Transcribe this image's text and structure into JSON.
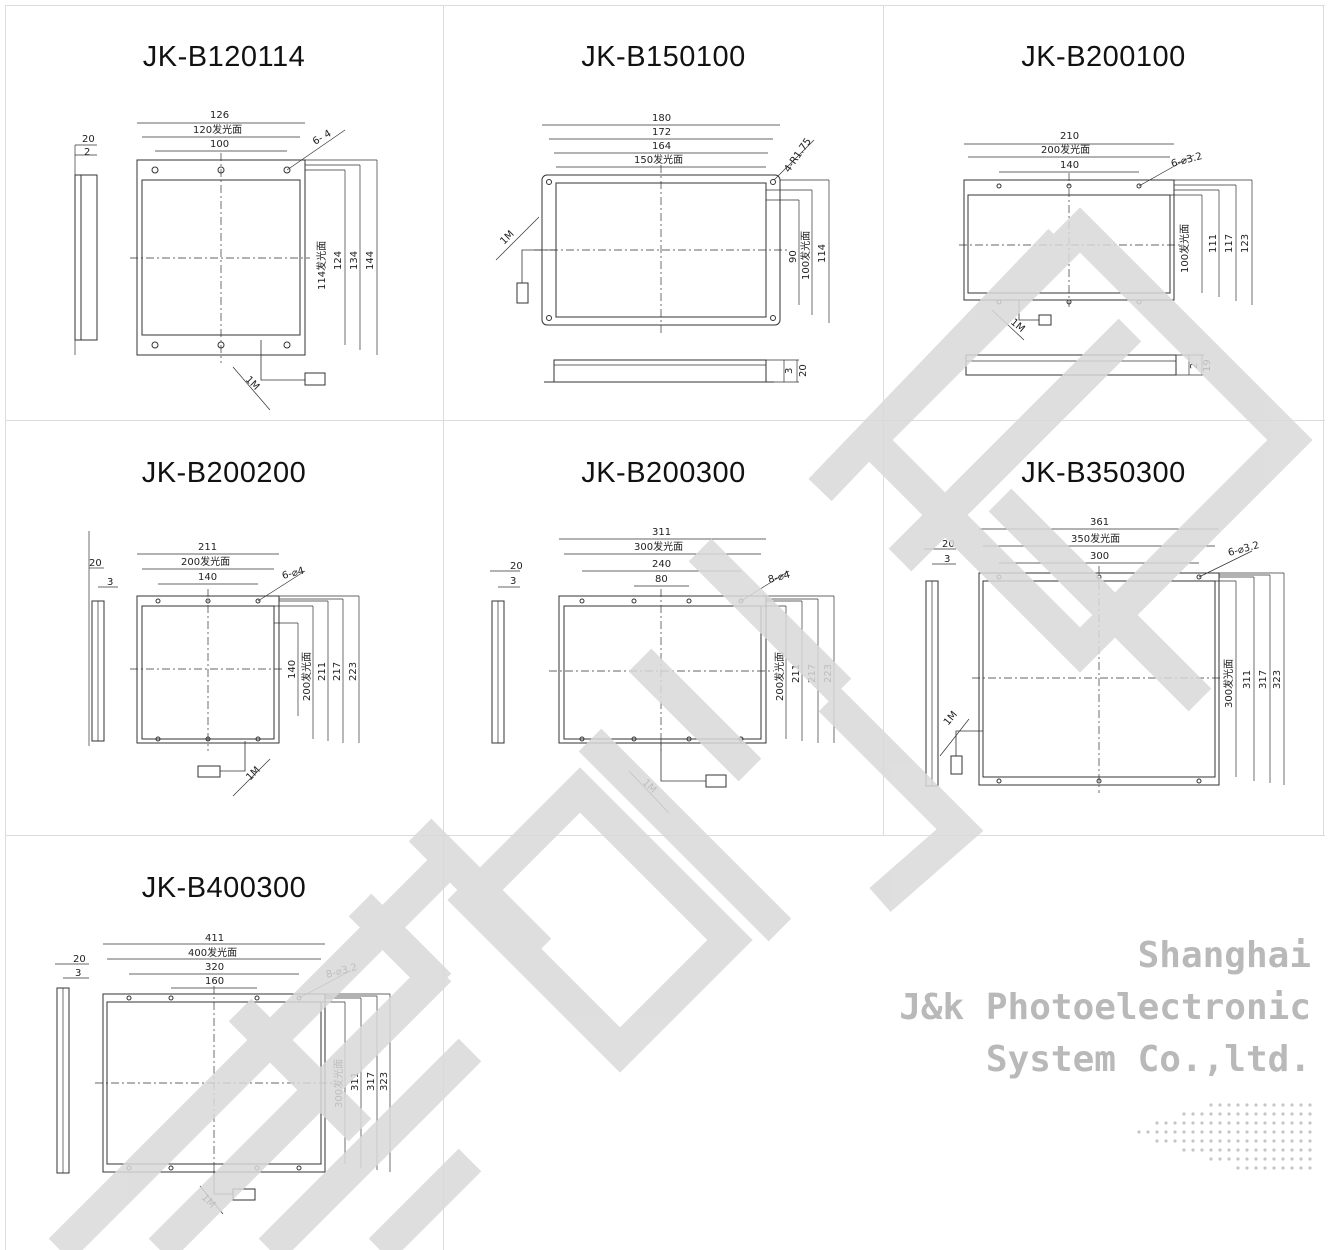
{
  "models": [
    {
      "id": "b120114",
      "title": "JK-B120114",
      "dims": {
        "overall_width": "126",
        "emitting_width": "120发光面",
        "hole_span": "100",
        "holes": "6- 4",
        "emitting_height": "114发光面",
        "h1": "124",
        "h2": "134",
        "h3": "144",
        "side_thickness": "20",
        "side_step": "2",
        "cable": "1M"
      }
    },
    {
      "id": "b150100",
      "title": "JK-B150100",
      "dims": {
        "overall_width": "180",
        "w2": "172",
        "w3": "164",
        "emitting_width": "150发光面",
        "holes": "4-R1.75",
        "h0": "90",
        "emitting_height": "100发光面",
        "h1": "114",
        "side_step": "3",
        "side_thickness": "20",
        "cable": "1M"
      }
    },
    {
      "id": "b200100",
      "title": "JK-B200100",
      "dims": {
        "overall_width": "210",
        "emitting_width": "200发光面",
        "hole_span": "140",
        "holes": "6-⌀3.2",
        "emitting_height": "100发光面",
        "h1": "111",
        "h2": "117",
        "h3": "123",
        "side_step": "2",
        "side_thickness": "19",
        "cable": "1M"
      }
    },
    {
      "id": "b200200",
      "title": "JK-B200200",
      "dims": {
        "overall_width": "211",
        "emitting_width": "200发光面",
        "hole_span": "140",
        "holes": "6-⌀4",
        "h0": "140",
        "emitting_height": "200发光面",
        "h1": "211",
        "h2": "217",
        "h3": "223",
        "side_thickness": "20",
        "side_step": "3",
        "cable": "1M"
      }
    },
    {
      "id": "b200300",
      "title": "JK-B200300",
      "dims": {
        "overall_width": "311",
        "emitting_width": "300发光面",
        "hole_span": "240",
        "hole_span2": "80",
        "holes": "8-⌀4",
        "emitting_height": "200发光面",
        "h1": "211",
        "h2": "217",
        "h3": "223",
        "side_thickness": "20",
        "side_step": "3",
        "cable": "1M"
      }
    },
    {
      "id": "b350300",
      "title": "JK-B350300",
      "dims": {
        "overall_width": "361",
        "emitting_width": "350发光面",
        "hole_span": "300",
        "holes": "6-⌀3.2",
        "emitting_height": "300发光面",
        "h1": "311",
        "h2": "317",
        "h3": "323",
        "side_thickness": "20",
        "side_step": "3",
        "cable": "1M"
      }
    },
    {
      "id": "b400300",
      "title": "JK-B400300",
      "dims": {
        "overall_width": "411",
        "emitting_width": "400发光面",
        "hole_span": "320",
        "hole_span2": "160",
        "holes": "8-⌀3.2",
        "emitting_height": "300发光面",
        "h1": "311",
        "h2": "317",
        "h3": "323",
        "side_thickness": "20",
        "side_step": "3",
        "cable": "1M"
      }
    }
  ],
  "company": {
    "line1": "Shanghai",
    "line2": "J&k Photoelectronic",
    "line3": "System Co.,ltd."
  },
  "colors": {
    "grid": "#dcdcdc",
    "company_text": "#b9b9b9",
    "watermark": "#d9d9d9"
  }
}
